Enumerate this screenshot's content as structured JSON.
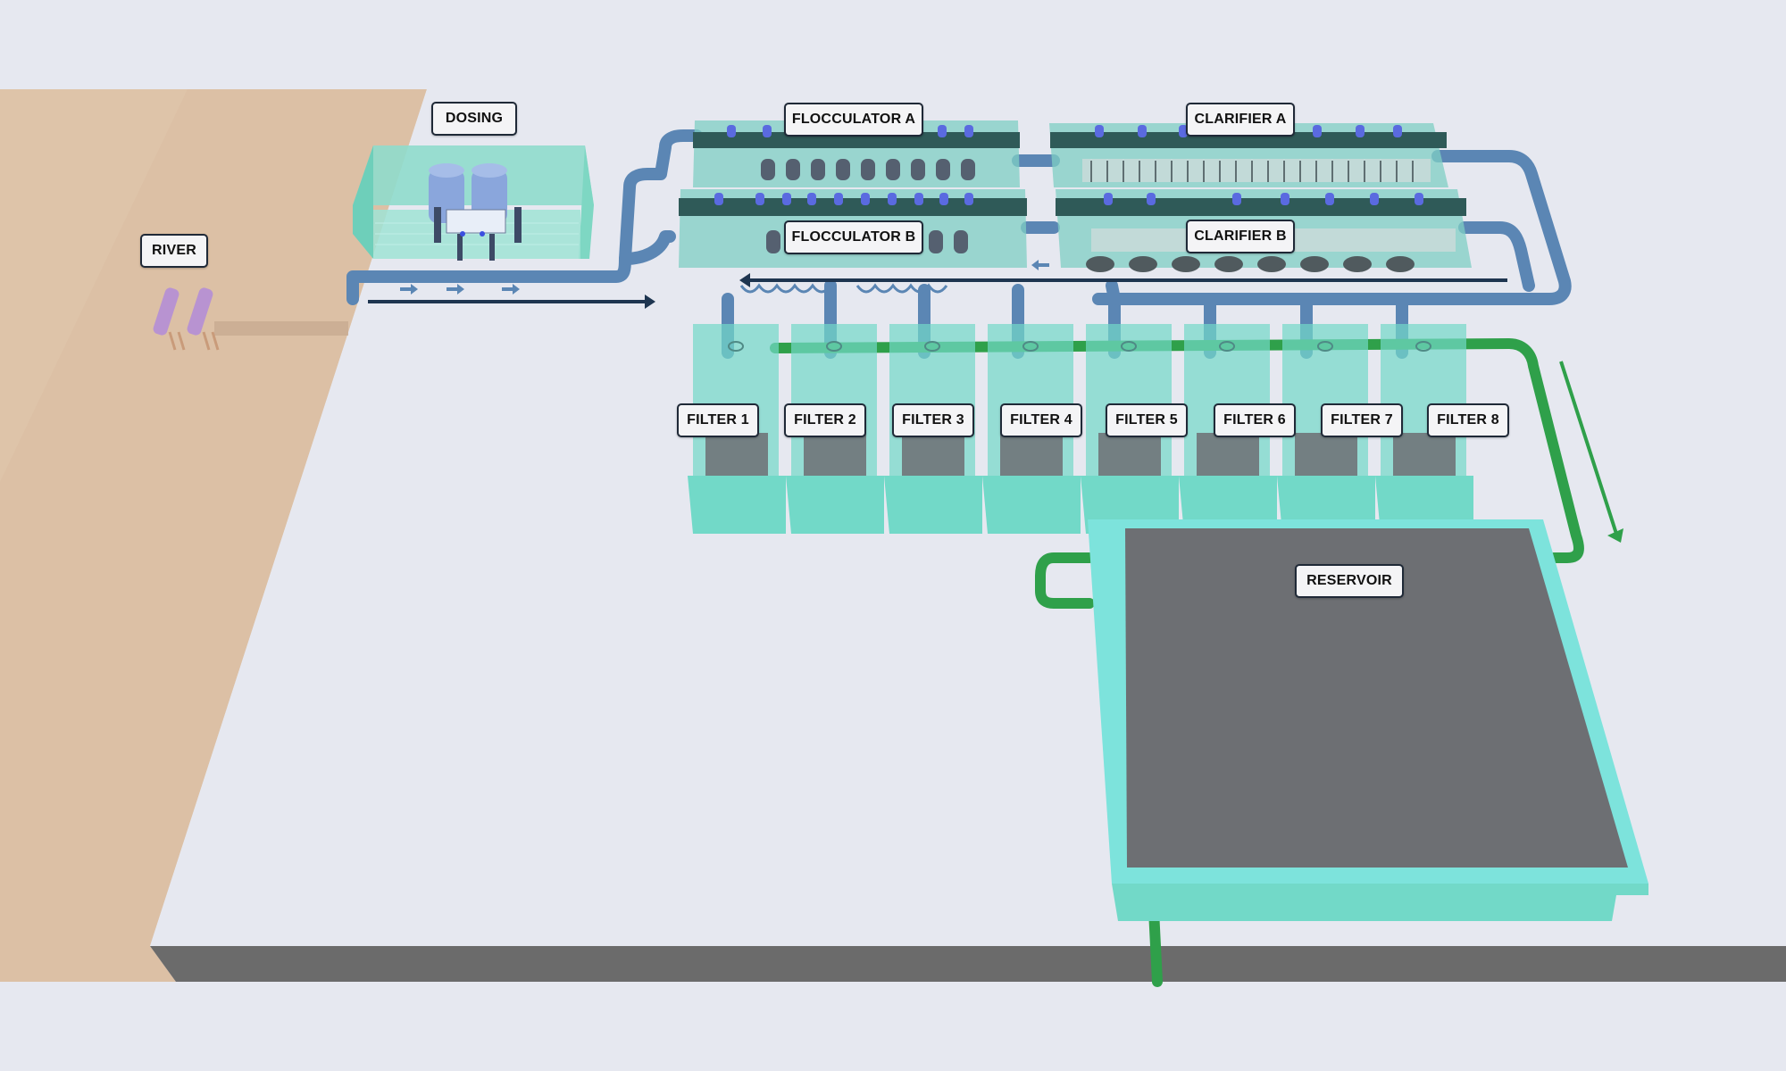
{
  "scene": {
    "labels": {
      "river": "RIVER",
      "dosing": "DOSING",
      "flocculator_a": "FLOCCULATOR A",
      "flocculator_b": "FLOCCULATOR B",
      "clarifier_a": "CLARIFIER A",
      "clarifier_b": "CLARIFIER B",
      "filters": [
        "FILTER 1",
        "FILTER 2",
        "FILTER 3",
        "FILTER 4",
        "FILTER 5",
        "FILTER 6",
        "FILTER 7",
        "FILTER 8"
      ],
      "reservoir": "RESERVOIR"
    },
    "colors": {
      "background": "#e6e8f0",
      "ground": "#dcc0a5",
      "platform": "#e6e8f0",
      "platform_edge": "#6b6b6b",
      "tank": "#72d9c8",
      "raw_pipe": "#5b86b4",
      "clean_pipe": "#2fa04a",
      "flow_arrow": "#1e3550",
      "reservoir_water": "#6d6f73",
      "dosing_tanks": "#8aa6dc",
      "intake": "#b893d1",
      "mixer": "#5a6ae0"
    }
  }
}
